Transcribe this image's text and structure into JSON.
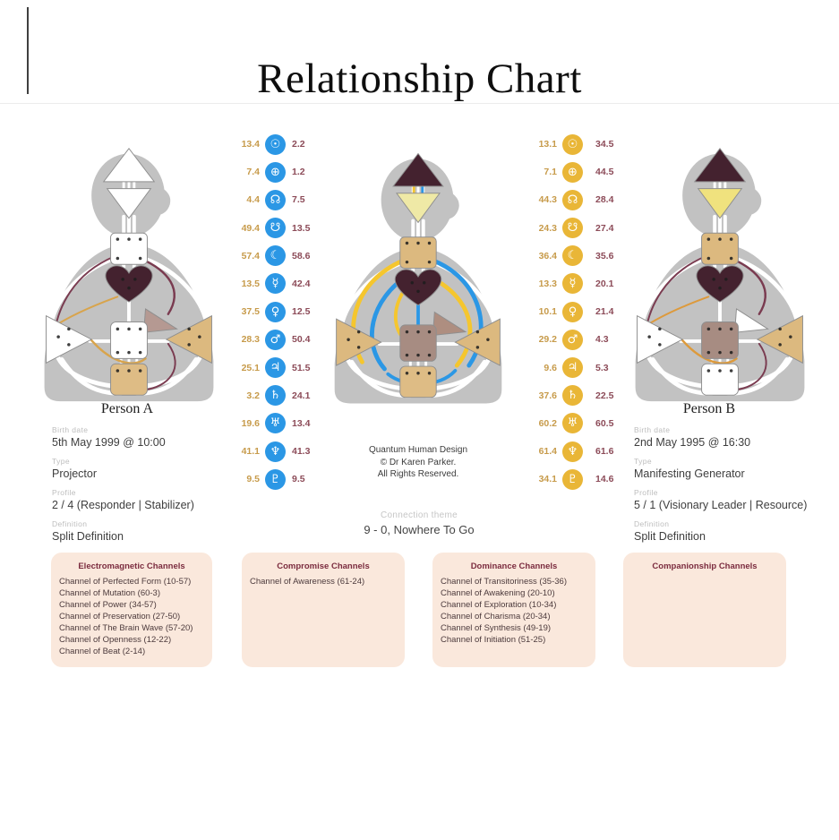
{
  "title": "Relationship Chart",
  "colors": {
    "blue": "#2B97E5",
    "gold": "#E9B637",
    "num_gold": "#C79B4B",
    "num_maroon": "#8C4B58",
    "box_bg": "#FAE8DC",
    "box_title": "#7B2C3F",
    "box_text": "#4C3A3C",
    "label_gray": "#BDBDBD",
    "text_dark": "#3E3E3E"
  },
  "persons": {
    "a": {
      "name": "Person A",
      "birth_label": "Birth date",
      "birth": "5th May 1999 @ 10:00",
      "type_label": "Type",
      "type": "Projector",
      "profile_label": "Profile",
      "profile": "2 / 4 (Responder | Stabilizer)",
      "definition_label": "Definition",
      "definition": "Split Definition"
    },
    "b": {
      "name": "Person B",
      "birth_label": "Birth date",
      "birth": "2nd May 1995 @ 16:30",
      "type_label": "Type",
      "type": "Manifesting Generator",
      "profile_label": "Profile",
      "profile": "5 / 1 (Visionary Leader | Resource)",
      "definition_label": "Definition",
      "definition": "Split Definition"
    }
  },
  "planets": {
    "left": {
      "rows": [
        {
          "name": "sun",
          "symbol": "☉",
          "left": "13.4",
          "right": "2.2"
        },
        {
          "name": "earth",
          "symbol": "⊕",
          "left": "7.4",
          "right": "1.2"
        },
        {
          "name": "north-node",
          "symbol": "☊",
          "left": "4.4",
          "right": "7.5"
        },
        {
          "name": "south-node",
          "symbol": "☋",
          "left": "49.4",
          "right": "13.5"
        },
        {
          "name": "moon",
          "symbol": "☾",
          "left": "57.4",
          "right": "58.6"
        },
        {
          "name": "mercury",
          "symbol": "☿",
          "left": "13.5",
          "right": "42.4"
        },
        {
          "name": "venus",
          "symbol": "♀",
          "left": "37.5",
          "right": "12.5"
        },
        {
          "name": "mars",
          "symbol": "♂",
          "left": "28.3",
          "right": "50.4"
        },
        {
          "name": "jupiter",
          "symbol": "♃",
          "left": "25.1",
          "right": "51.5"
        },
        {
          "name": "saturn",
          "symbol": "♄",
          "left": "3.2",
          "right": "24.1"
        },
        {
          "name": "uranus",
          "symbol": "♅",
          "left": "19.6",
          "right": "13.4"
        },
        {
          "name": "neptune",
          "symbol": "♆",
          "left": "41.1",
          "right": "41.3"
        },
        {
          "name": "pluto",
          "symbol": "♇",
          "left": "9.5",
          "right": "9.5"
        }
      ]
    },
    "right": {
      "rows": [
        {
          "name": "sun",
          "symbol": "☉",
          "left": "13.1",
          "right": "34.5"
        },
        {
          "name": "earth",
          "symbol": "⊕",
          "left": "7.1",
          "right": "44.5"
        },
        {
          "name": "north-node",
          "symbol": "☊",
          "left": "44.3",
          "right": "28.4"
        },
        {
          "name": "south-node",
          "symbol": "☋",
          "left": "24.3",
          "right": "27.4"
        },
        {
          "name": "moon",
          "symbol": "☾",
          "left": "36.4",
          "right": "35.6"
        },
        {
          "name": "mercury",
          "symbol": "☿",
          "left": "13.3",
          "right": "20.1"
        },
        {
          "name": "venus",
          "symbol": "♀",
          "left": "10.1",
          "right": "21.4"
        },
        {
          "name": "mars",
          "symbol": "♂",
          "left": "29.2",
          "right": "4.3"
        },
        {
          "name": "jupiter",
          "symbol": "♃",
          "left": "9.6",
          "right": "5.3"
        },
        {
          "name": "saturn",
          "symbol": "♄",
          "left": "37.6",
          "right": "22.5"
        },
        {
          "name": "uranus",
          "symbol": "♅",
          "left": "60.2",
          "right": "60.5"
        },
        {
          "name": "neptune",
          "symbol": "♆",
          "left": "61.4",
          "right": "61.6"
        },
        {
          "name": "pluto",
          "symbol": "♇",
          "left": "34.1",
          "right": "14.6"
        }
      ]
    }
  },
  "credit": [
    "Quantum Human Design",
    "© Dr Karen Parker.",
    "All Rights Reserved."
  ],
  "connection": {
    "label": "Connection theme",
    "value": "9 - 0, Nowhere To Go"
  },
  "channel_boxes": [
    {
      "title": "Electromagnetic Channels",
      "items": [
        "Channel of Perfected Form (10-57)",
        "Channel of Mutation (60-3)",
        "Channel of Power (34-57)",
        "Channel of Preservation (27-50)",
        "Channel of The Brain Wave (57-20)",
        "Channel of Openness (12-22)",
        "Channel of Beat (2-14)"
      ]
    },
    {
      "title": "Compromise Channels",
      "items": [
        "Channel of Awareness (61-24)"
      ]
    },
    {
      "title": "Dominance Channels",
      "items": [
        "Channel of Transitoriness (35-36)",
        "Channel of Awakening (20-10)",
        "Channel of Exploration (10-34)",
        "Channel of Charisma (20-34)",
        "Channel of Synthesis (49-19)",
        "Channel of Initiation (51-25)"
      ]
    },
    {
      "title": "Companionship Channels",
      "items": []
    }
  ],
  "charts": {
    "a": {
      "head": "#FFFFFF",
      "ajna": "#FFFFFF",
      "throat": "#FFFFFF",
      "g": "#44222F",
      "will": "#B59992",
      "spleen": "#FFFFFF",
      "solar": "#DCB97F",
      "sacral": "#FFFFFF",
      "root": "#DEBC85",
      "ch1": "#7A3B50",
      "ch2": "#D8A44C"
    },
    "combined": {
      "head": "#44222F",
      "ajna": "#EFE9A6",
      "throat": "#DCB97F",
      "g": "#44222F",
      "will": "#AE8E80",
      "spleen": "#DCB97F",
      "solar": "#DCB97F",
      "sacral": "#A78C82",
      "root": "#DEBC85",
      "ch1": "#2B97E5",
      "ch2": "#F5C62E"
    },
    "b": {
      "head": "#44222F",
      "ajna": "#F0E27E",
      "throat": "#DCB97F",
      "g": "#44222F",
      "will": "#FFFFFF",
      "spleen": "#FFFFFF",
      "solar": "#DCB97F",
      "sacral": "#A78C82",
      "root": "#FFFFFF",
      "ch1": "#7A3B50",
      "ch2": "#DD9A3C"
    }
  }
}
